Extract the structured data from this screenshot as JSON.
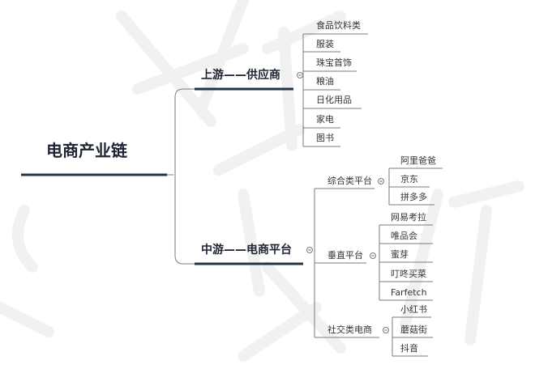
{
  "colors": {
    "line": "#7b7b7b",
    "bar": "#263246",
    "text": "#333333",
    "watermark": "#f0f0f0"
  },
  "icons": {
    "collapse": "circle-minus-icon"
  },
  "root": {
    "label": "电商产业链"
  },
  "upstream": {
    "label": "上游——供应商",
    "items": [
      "食品饮料类",
      "服装",
      "珠宝首饰",
      "粮油",
      "日化用品",
      "家电",
      "图书"
    ]
  },
  "midstream": {
    "label": "中游——电商平台",
    "groups": [
      {
        "label": "综合类平台",
        "items": [
          "阿里爸爸",
          "京东",
          "拼多多"
        ]
      },
      {
        "label": "垂直平台",
        "items": [
          "网易考拉",
          "唯品会",
          "蜜芽",
          "叮咚买菜",
          "Farfetch"
        ]
      },
      {
        "label": "社交类电商",
        "items": [
          "小红书",
          "蘑菇街",
          "抖音"
        ]
      }
    ]
  }
}
